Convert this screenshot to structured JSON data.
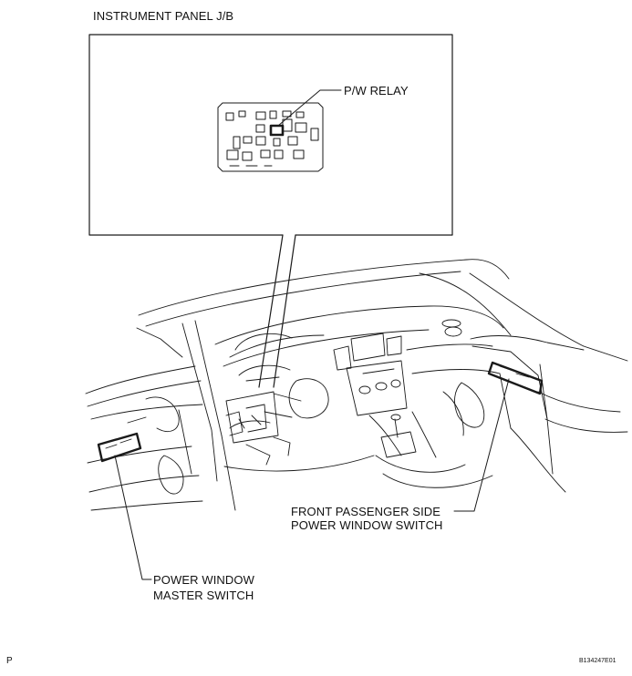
{
  "labels": {
    "junction_block_title": "INSTRUMENT PANEL J/B",
    "relay": "P/W RELAY",
    "passenger_switch_line1": "FRONT PASSENGER SIDE",
    "passenger_switch_line2": "POWER WINDOW SWITCH",
    "master_switch_line1": "POWER WINDOW",
    "master_switch_line2": "MASTER SWITCH"
  },
  "footer": {
    "page_letter": "P",
    "figure_id": "B134247E01"
  },
  "colors": {
    "line": "#1a1a1a",
    "background": "#ffffff"
  }
}
